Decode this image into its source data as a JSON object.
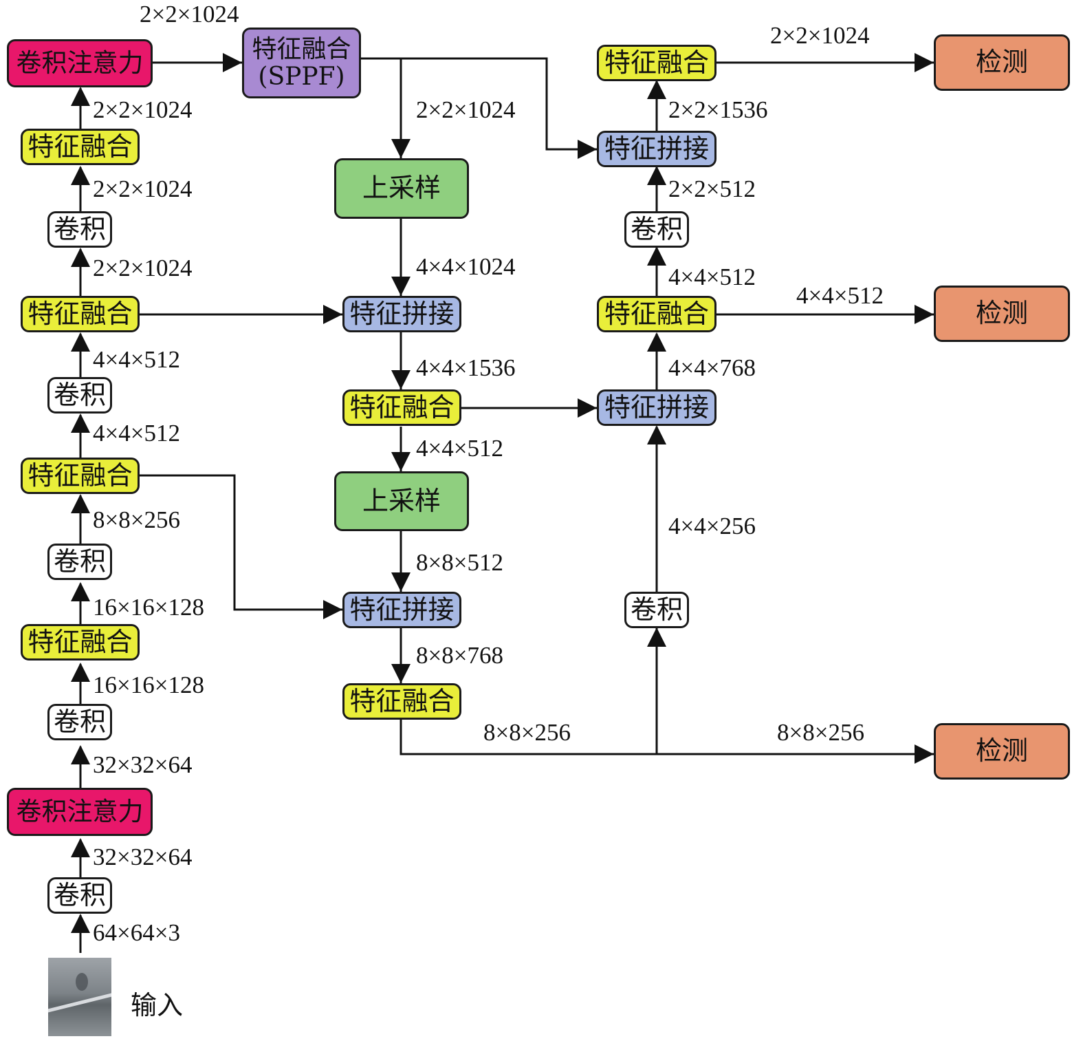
{
  "colors": {
    "attention": "#e8176a",
    "fusion": "#e9ee3a",
    "conv": "#ffffff",
    "sppf": "#a88ad2",
    "upsample": "#8fcf7f",
    "concat": "#a7b8e3",
    "detect": "#e8956f"
  },
  "input": {
    "label": "输入"
  },
  "nodes": {
    "attention_top": "卷积注意力",
    "sppf_line1": "特征融合",
    "sppf_line2": "(SPPF)",
    "fusion_l1": "特征融合",
    "conv_l1": "卷积",
    "fusion_l2": "特征融合",
    "conv_l2": "卷积",
    "fusion_l3": "特征融合",
    "conv_l3": "卷积",
    "fusion_l4": "特征融合",
    "conv_l4": "卷积",
    "attention_bottom": "卷积注意力",
    "conv_l5": "卷积",
    "upsample_1": "上采样",
    "concat_m1": "特征拼接",
    "fusion_m1": "特征融合",
    "upsample_2": "上采样",
    "concat_m2": "特征拼接",
    "fusion_m2": "特征融合",
    "fusion_r1": "特征融合",
    "concat_r1": "特征拼接",
    "conv_r1": "卷积",
    "fusion_r2": "特征融合",
    "concat_r2": "特征拼接",
    "conv_r2": "卷积",
    "detect_1": "检测",
    "detect_2": "检测",
    "detect_3": "检测"
  },
  "labels": {
    "in_to_conv": "64×64×3",
    "conv_to_att": "32×32×64",
    "att_to_conv": "32×32×64",
    "conv_to_fus4": "16×16×128",
    "fus4_to_conv": "16×16×128",
    "conv_to_fus3": "8×8×256",
    "fus3_to_conv": "4×4×512",
    "conv_to_fus2": "4×4×512",
    "fus2_to_conv": "2×2×1024",
    "conv_to_fus1": "2×2×1024",
    "fus1_to_att": "2×2×1024",
    "att_to_sppf": "2×2×1024",
    "sppf_to_up": "2×2×1024",
    "up_to_concat": "4×4×1024",
    "concat_to_fus_m1": "4×4×1536",
    "fus_m1_to_up": "4×4×512",
    "up_to_concat2": "8×8×512",
    "concat2_to_fus": "8×8×768",
    "fus_m2_out": "8×8×256",
    "detect3_in": "8×8×256",
    "conv_r2_to_concat": "4×4×256",
    "concat_r2_to_fus": "4×4×768",
    "fus_r2_to_conv": "4×4×512",
    "fus_r2_to_detect": "4×4×512",
    "conv_r1_to_concat": "2×2×512",
    "concat_r1_to_fus": "2×2×1536",
    "fus_r1_to_detect": "2×2×1024"
  }
}
